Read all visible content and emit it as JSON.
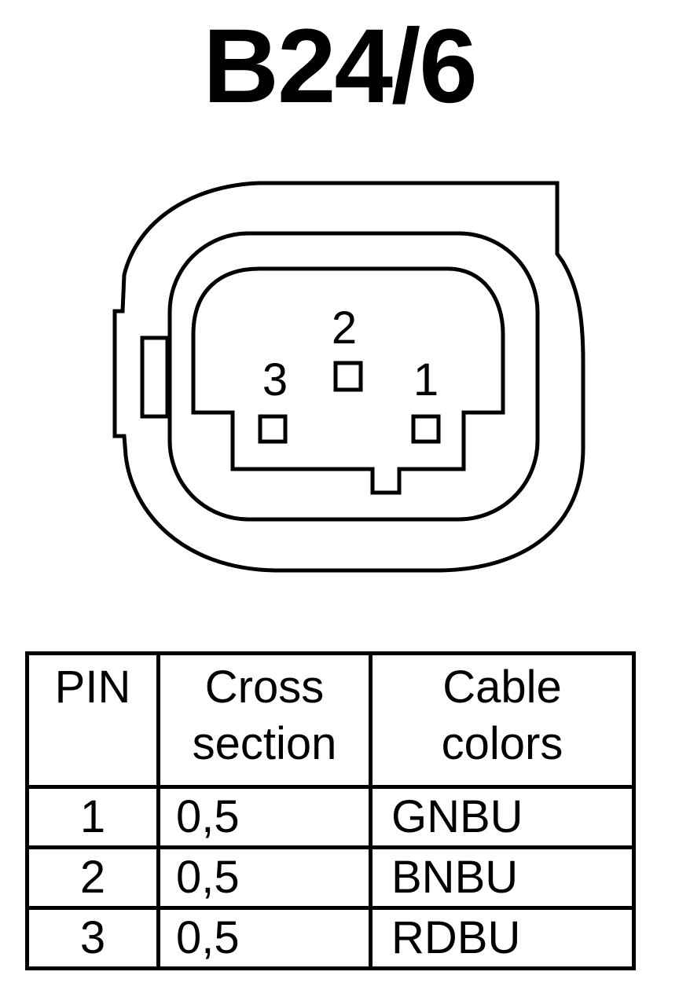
{
  "title": "B24/6",
  "connector": {
    "pins": [
      {
        "label": "1",
        "pin": 1
      },
      {
        "label": "2",
        "pin": 2
      },
      {
        "label": "3",
        "pin": 3
      }
    ]
  },
  "table": {
    "headers": {
      "pin": "PIN",
      "cross_line1": "Cross",
      "cross_line2": "section",
      "color_line1": "Cable",
      "color_line2": "colors"
    },
    "rows": [
      {
        "pin": "1",
        "cross_section": "0,5",
        "color": "GNBU"
      },
      {
        "pin": "2",
        "cross_section": "0,5",
        "color": "BNBU"
      },
      {
        "pin": "3",
        "cross_section": "0,5",
        "color": "RDBU"
      }
    ]
  }
}
